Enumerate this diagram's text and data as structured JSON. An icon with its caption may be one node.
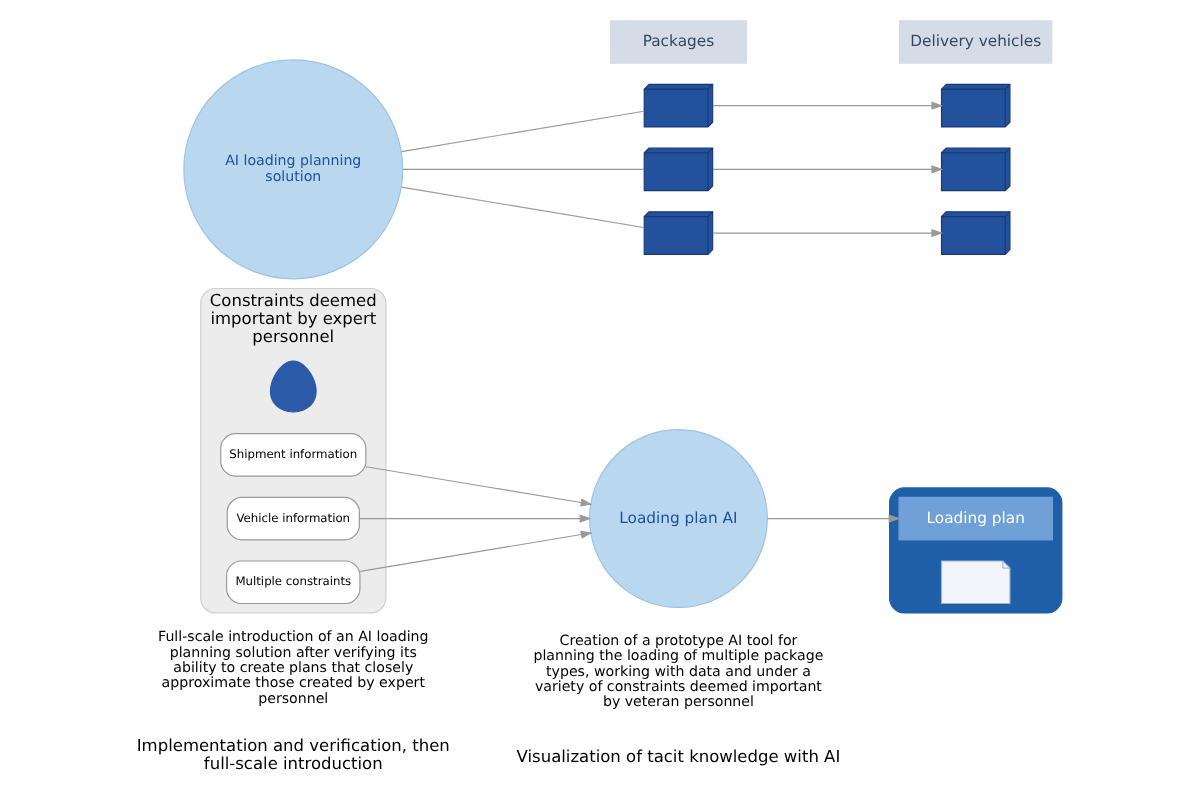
{
  "diagram": {
    "nodes": [
      {
        "text": [
          "Constraints deemed important by expert personnel"
        ]
      },
      {
        "text": [],
        "shape": "person",
        "in": 0
      },
      {
        "text": [
          "Shipment information"
        ],
        "in": 0
      },
      {
        "text": [
          "Vehicle information"
        ],
        "in": 0
      },
      {
        "text": [
          "Multiple constraints"
        ],
        "in": 0
      },
      {
        "text": [],
        "shape": "box"
      },
      {
        "text": [
          "Loading plan AI"
        ]
      },
      {
        "text": [
          "Loading plan"
        ],
        "in": 5
      },
      {
        "text": [],
        "shape": "picture",
        "in": 5
      },
      {
        "text": [
          "AI loading planning solution"
        ]
      },
      {
        "text": [
          "Packages"
        ]
      },
      {
        "text": [
          "Delivery vehicles"
        ]
      },
      {
        "text": [],
        "shape": "picture"
      },
      {
        "text": [],
        "shape": "picture"
      },
      {
        "text": [],
        "shape": "picture"
      },
      {
        "text": [],
        "shape": "picture"
      },
      {
        "text": [],
        "shape": "picture"
      },
      {
        "text": [],
        "shape": "picture"
      }
    ],
    "edges": [
      {
        "from": 2,
        "to": 6,
        "arrow": "to"
      },
      {
        "from": 3,
        "to": 6,
        "arrow": "to"
      },
      {
        "from": 4,
        "to": 6,
        "arrow": "to"
      },
      {
        "from": 6,
        "to": 7,
        "arrow": "to"
      },
      {
        "from": 9,
        "to": 12,
        "arrow": "none"
      },
      {
        "from": 9,
        "to": 13,
        "arrow": "none"
      },
      {
        "from": 9,
        "to": 14,
        "arrow": "none"
      },
      {
        "from": 12,
        "to": 15,
        "arrow": "to"
      },
      {
        "from": 13,
        "to": 16,
        "arrow": "to"
      },
      {
        "from": 14,
        "to": 17,
        "arrow": "to"
      }
    ],
    "labels": [
      "Visualization of tacit knowledge with AI",
      "Implementation and verification, then full-scale introduction",
      "Creation of a prototype AI tool for planning the loading of multiple package types, working with data and under a variety of constraints deemed important by veteran personnel",
      "Full-scale introduction of an AI loading planning solution after verifying its ability to create plans that closely approximate those created by expert personnel"
    ]
  }
}
